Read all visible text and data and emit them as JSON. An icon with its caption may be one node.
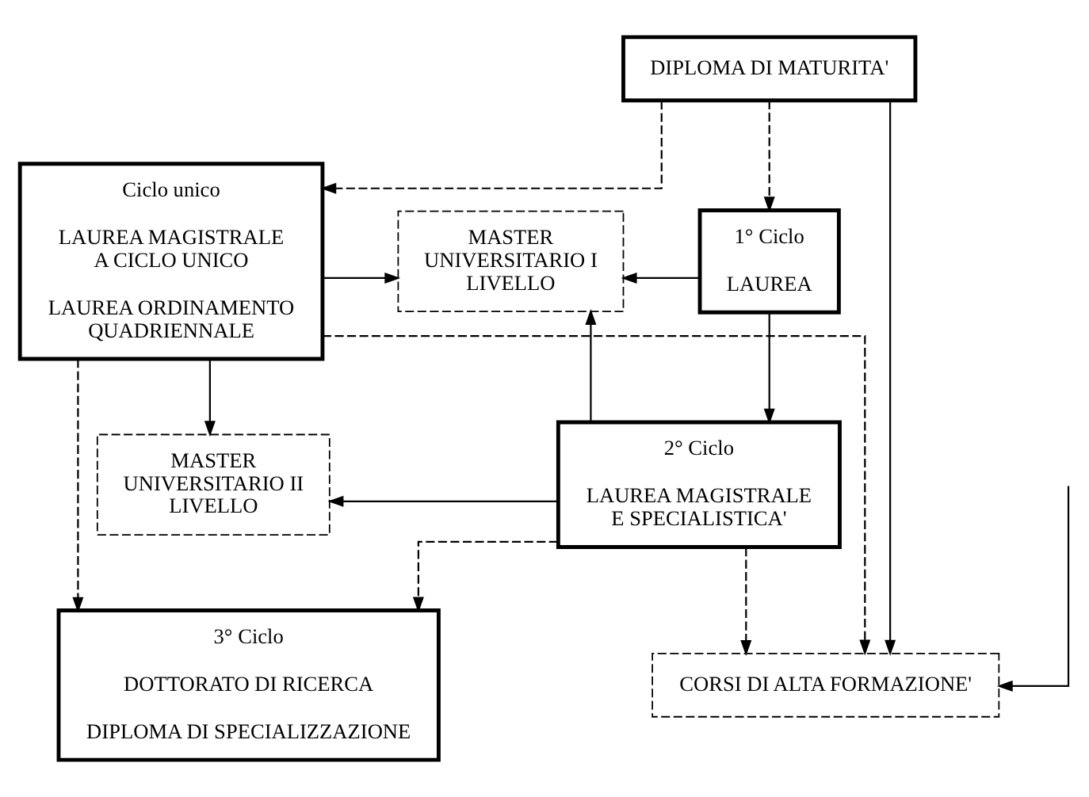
{
  "diagram": {
    "nodes": [
      {
        "text": [
          "DIPLOMA DI MATURITA'"
        ]
      },
      {
        "text": [
          "Ciclo unico",
          "LAUREA MAGISTRALE A CICLO UNICO",
          "LAUREA ORDINAMENTO QUADRIENNALE"
        ]
      },
      {
        "text": [
          "MASTER UNIVERSITARIO I LIVELLO"
        ]
      },
      {
        "text": [
          "1° Ciclo",
          "LAUREA"
        ]
      },
      {
        "text": [
          "MASTER UNIVERSITARIO II LIVELLO"
        ]
      },
      {
        "text": [
          "2° Ciclo",
          "LAUREA MAGISTRALE E SPECIALISTICA'"
        ]
      },
      {
        "text": [
          "3° Ciclo",
          "DOTTORATO DI RICERCA",
          "DIPLOMA DI SPECIALIZZAZIONE"
        ]
      },
      {
        "text": [
          "CORSI DI ALTA FORMAZIONE'"
        ]
      }
    ],
    "edges": [
      {
        "from": 0,
        "to": 1,
        "arrow": "to",
        "style": "dashed"
      },
      {
        "from": 0,
        "to": 3,
        "arrow": "to",
        "style": "dashed"
      },
      {
        "from": 0,
        "to": 7,
        "arrow": "to"
      },
      {
        "from": 1,
        "to": 2,
        "arrow": "to"
      },
      {
        "from": 3,
        "to": 2,
        "arrow": "to"
      },
      {
        "from": 3,
        "to": 5,
        "arrow": "to"
      },
      {
        "from": 5,
        "to": 2,
        "arrow": "to"
      },
      {
        "from": 1,
        "to": 4,
        "arrow": "to"
      },
      {
        "from": 5,
        "to": 4,
        "arrow": "to"
      },
      {
        "from": 1,
        "to": 6,
        "arrow": "to",
        "style": "dashed"
      },
      {
        "from": 1,
        "to": 7,
        "arrow": "to",
        "style": "dashed"
      },
      {
        "from": 5,
        "to": 6,
        "arrow": "to",
        "style": "dashed"
      },
      {
        "from": 5,
        "to": 7,
        "arrow": "to",
        "style": "dashed"
      },
      {
        "from": null,
        "to": 7,
        "arrow": "to"
      }
    ]
  }
}
